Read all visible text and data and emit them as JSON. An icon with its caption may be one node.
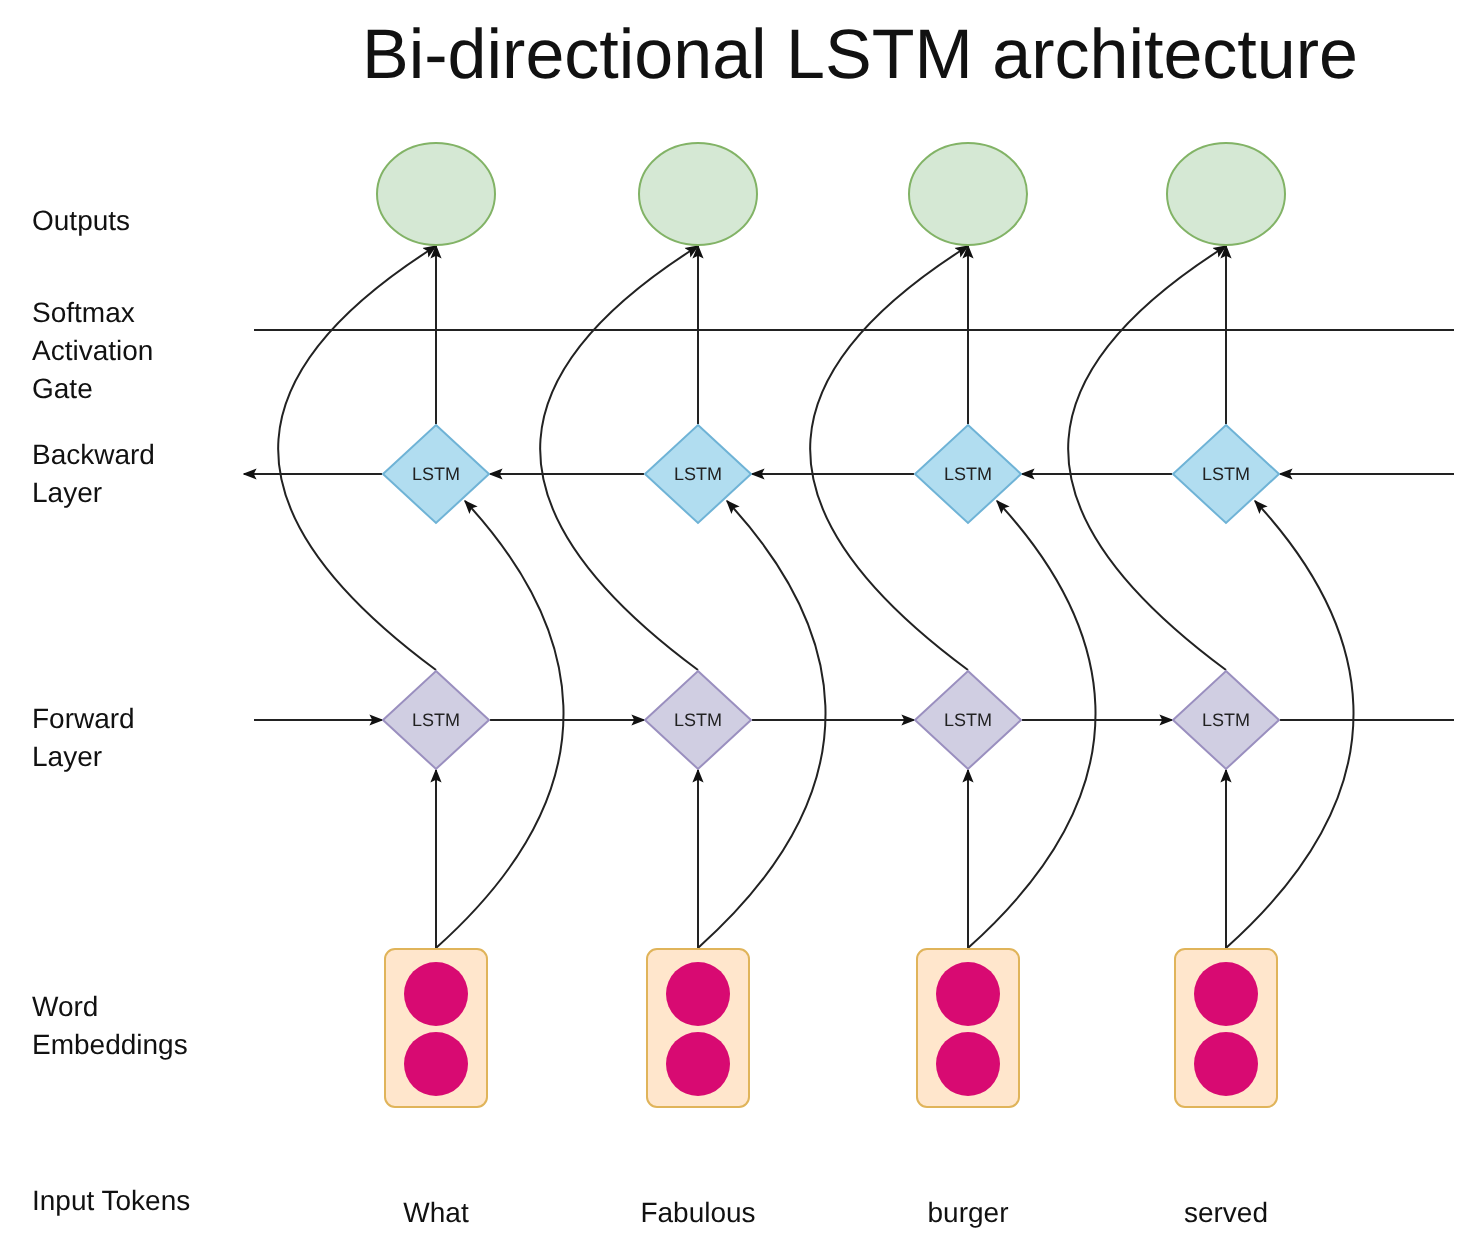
{
  "diagram": {
    "title": "Bi-directional LSTM architecture",
    "nodes": [
      {
        "text": [],
        "shape": "circle"
      },
      {
        "text": [],
        "shape": "circle"
      },
      {
        "text": [],
        "shape": "circle"
      },
      {
        "text": [],
        "shape": "circle"
      },
      {
        "text": [
          "LSTM"
        ]
      },
      {
        "text": [
          "LSTM"
        ]
      },
      {
        "text": [
          "LSTM"
        ]
      },
      {
        "text": [
          "LSTM"
        ]
      },
      {
        "text": [
          "LSTM"
        ]
      },
      {
        "text": [
          "LSTM"
        ]
      },
      {
        "text": [
          "LSTM"
        ]
      },
      {
        "text": [
          "LSTM"
        ]
      },
      {
        "text": [],
        "shape": "box",
        "beside": [
          "What"
        ]
      },
      {
        "text": [],
        "shape": "box",
        "beside": [
          "Fabulous"
        ]
      },
      {
        "text": [],
        "shape": "box",
        "beside": [
          "burger"
        ]
      },
      {
        "text": [],
        "shape": "box",
        "beside": [
          "served"
        ]
      }
    ],
    "edges": [
      {
        "from": 12,
        "to": 8,
        "arrow": "to"
      },
      {
        "from": 12,
        "to": 4,
        "arrow": "to"
      },
      {
        "from": 8,
        "to": 0,
        "arrow": "to"
      },
      {
        "from": 4,
        "to": 0,
        "arrow": "to"
      },
      {
        "from": 13,
        "to": 9,
        "arrow": "to"
      },
      {
        "from": 13,
        "to": 5,
        "arrow": "to"
      },
      {
        "from": 9,
        "to": 1,
        "arrow": "to"
      },
      {
        "from": 5,
        "to": 1,
        "arrow": "to"
      },
      {
        "from": 14,
        "to": 10,
        "arrow": "to"
      },
      {
        "from": 14,
        "to": 6,
        "arrow": "to"
      },
      {
        "from": 10,
        "to": 2,
        "arrow": "to"
      },
      {
        "from": 6,
        "to": 2,
        "arrow": "to"
      },
      {
        "from": 15,
        "to": 11,
        "arrow": "to"
      },
      {
        "from": 15,
        "to": 7,
        "arrow": "to"
      },
      {
        "from": 11,
        "to": 3,
        "arrow": "to"
      },
      {
        "from": 7,
        "to": 3,
        "arrow": "to"
      },
      {
        "from": null,
        "to": 8,
        "arrow": "to"
      },
      {
        "from": 8,
        "to": 9,
        "arrow": "to"
      },
      {
        "from": 9,
        "to": 10,
        "arrow": "to"
      },
      {
        "from": 10,
        "to": 11,
        "arrow": "to"
      },
      {
        "from": 11,
        "to": null,
        "arrow": "none"
      },
      {
        "from": null,
        "to": 7,
        "arrow": "to"
      },
      {
        "from": 7,
        "to": 6,
        "arrow": "to"
      },
      {
        "from": 6,
        "to": 5,
        "arrow": "to"
      },
      {
        "from": 5,
        "to": 4,
        "arrow": "to"
      },
      {
        "from": 4,
        "to": null,
        "arrow": "to"
      }
    ],
    "labels": [
      "Outputs",
      "Softmax Activation Gate",
      "Backward Layer",
      "Forward Layer",
      "Word Embeddings",
      "Input Tokens"
    ]
  }
}
